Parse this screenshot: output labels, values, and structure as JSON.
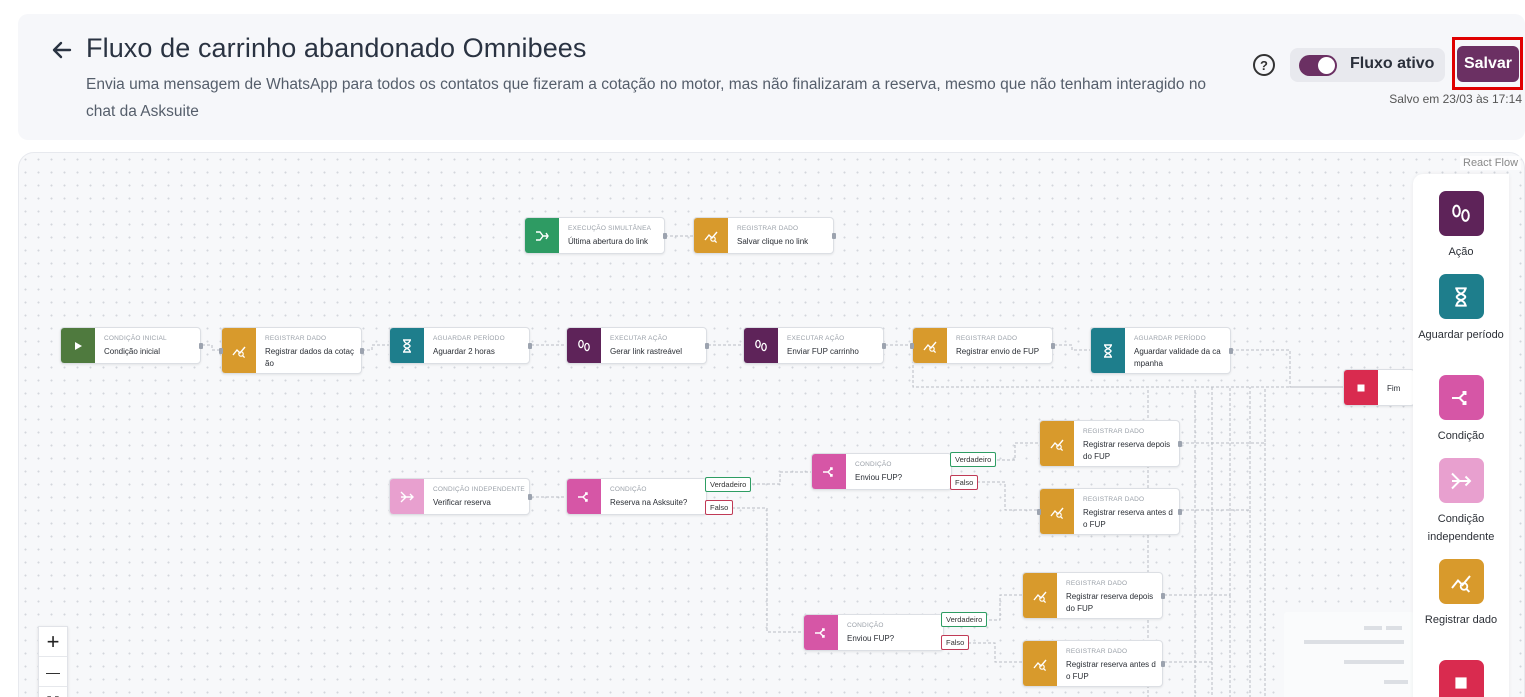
{
  "header": {
    "title": "Fluxo de carrinho abandonado Omnibees",
    "description": "Envia uma mensagem de WhatsApp para todos os contatos que fizeram a cotação no motor, mas não finalizaram a reserva, mesmo que não tenham interagido no chat da Asksuite",
    "toggle_label": "Fluxo ativo",
    "toggle_on": true,
    "save_label": "Salvar",
    "saved_at": "Salvo em 23/03 às 17:14",
    "help_glyph": "?"
  },
  "canvas": {
    "watermark": "React Flow"
  },
  "colors": {
    "brand": "#6b3063",
    "start": "#4f7a3e",
    "simultaneous": "#2e9b63",
    "register": "#d89a2c",
    "wait": "#1e7e8c",
    "action": "#5e2359",
    "condition": "#d656a6",
    "independent": "#e8a0cf",
    "end": "#d92b4f",
    "true_border": "#2e9d63",
    "false_border": "#c03a56"
  },
  "nodes": {
    "exec_simul": {
      "type": "EXECUÇÃO SIMULTÂNEA",
      "title": "Última abertura do link",
      "icon": "split-icon"
    },
    "reg_clique": {
      "type": "REGISTRAR DADO",
      "title": "Salvar clique no link",
      "icon": "chart-search-icon"
    },
    "cond_inicial": {
      "type": "CONDIÇÃO INICIAL",
      "title": "Condição inicial",
      "icon": "play-icon"
    },
    "reg_cotacao": {
      "type": "REGISTRAR DADO",
      "title": "Registrar dados da cotaç ão",
      "icon": "chart-search-icon"
    },
    "aguardar_2h": {
      "type": "AGUARDAR PERÍODO",
      "title": "Aguardar 2 horas",
      "icon": "hourglass-icon"
    },
    "exec_link": {
      "type": "EXECUTAR AÇÃO",
      "title": "Gerar link rastreável",
      "icon": "footsteps-icon"
    },
    "exec_fup": {
      "type": "EXECUTAR AÇÃO",
      "title": "Enviar FUP carrinho",
      "icon": "footsteps-icon"
    },
    "reg_envio": {
      "type": "REGISTRAR DADO",
      "title": "Registrar envio de FUP",
      "icon": "chart-search-icon"
    },
    "aguardar_validade": {
      "type": "AGUARDAR PERÍODO",
      "title": "Aguardar validade da ca mpanha",
      "icon": "hourglass-icon"
    },
    "fim": {
      "title": "Fim",
      "icon": "stop-icon"
    },
    "verificar": {
      "type": "CONDIÇÃO INDEPENDENTE",
      "title": "Verificar reserva",
      "icon": "merge-icon"
    },
    "cond_asksuite": {
      "type": "CONDIÇÃO",
      "title": "Reserva na Asksuite?",
      "icon": "branch-icon"
    },
    "cond_fup1": {
      "type": "CONDIÇÃO",
      "title": "Enviou FUP?",
      "icon": "branch-icon"
    },
    "cond_fup2": {
      "type": "CONDIÇÃO",
      "title": "Enviou FUP?",
      "icon": "branch-icon"
    },
    "reg_depois1": {
      "type": "REGISTRAR DADO",
      "title": "Registrar reserva depois do FUP",
      "icon": "chart-search-icon"
    },
    "reg_antes1": {
      "type": "REGISTRAR DADO",
      "title": "Registrar reserva antes d o FUP",
      "icon": "chart-search-icon"
    },
    "reg_depois2": {
      "type": "REGISTRAR DADO",
      "title": "Registrar reserva depois do FUP",
      "icon": "chart-search-icon"
    },
    "reg_antes2": {
      "type": "REGISTRAR DADO",
      "title": "Registrar reserva antes d o FUP",
      "icon": "chart-search-icon"
    }
  },
  "branches": {
    "true_label": "Verdadeiro",
    "false_label": "Falso"
  },
  "palette": [
    {
      "label": "Ação",
      "icon": "footsteps-icon"
    },
    {
      "label": "Aguardar período",
      "icon": "hourglass-icon"
    },
    {
      "label": "Condição",
      "icon": "branch-icon"
    },
    {
      "label": "Condição independente",
      "icon": "merge-icon"
    },
    {
      "label": "Registrar dado",
      "icon": "chart-search-icon"
    },
    {
      "label": "",
      "icon": "stop-icon"
    }
  ],
  "zoom": {
    "in": "+",
    "out": "—"
  }
}
